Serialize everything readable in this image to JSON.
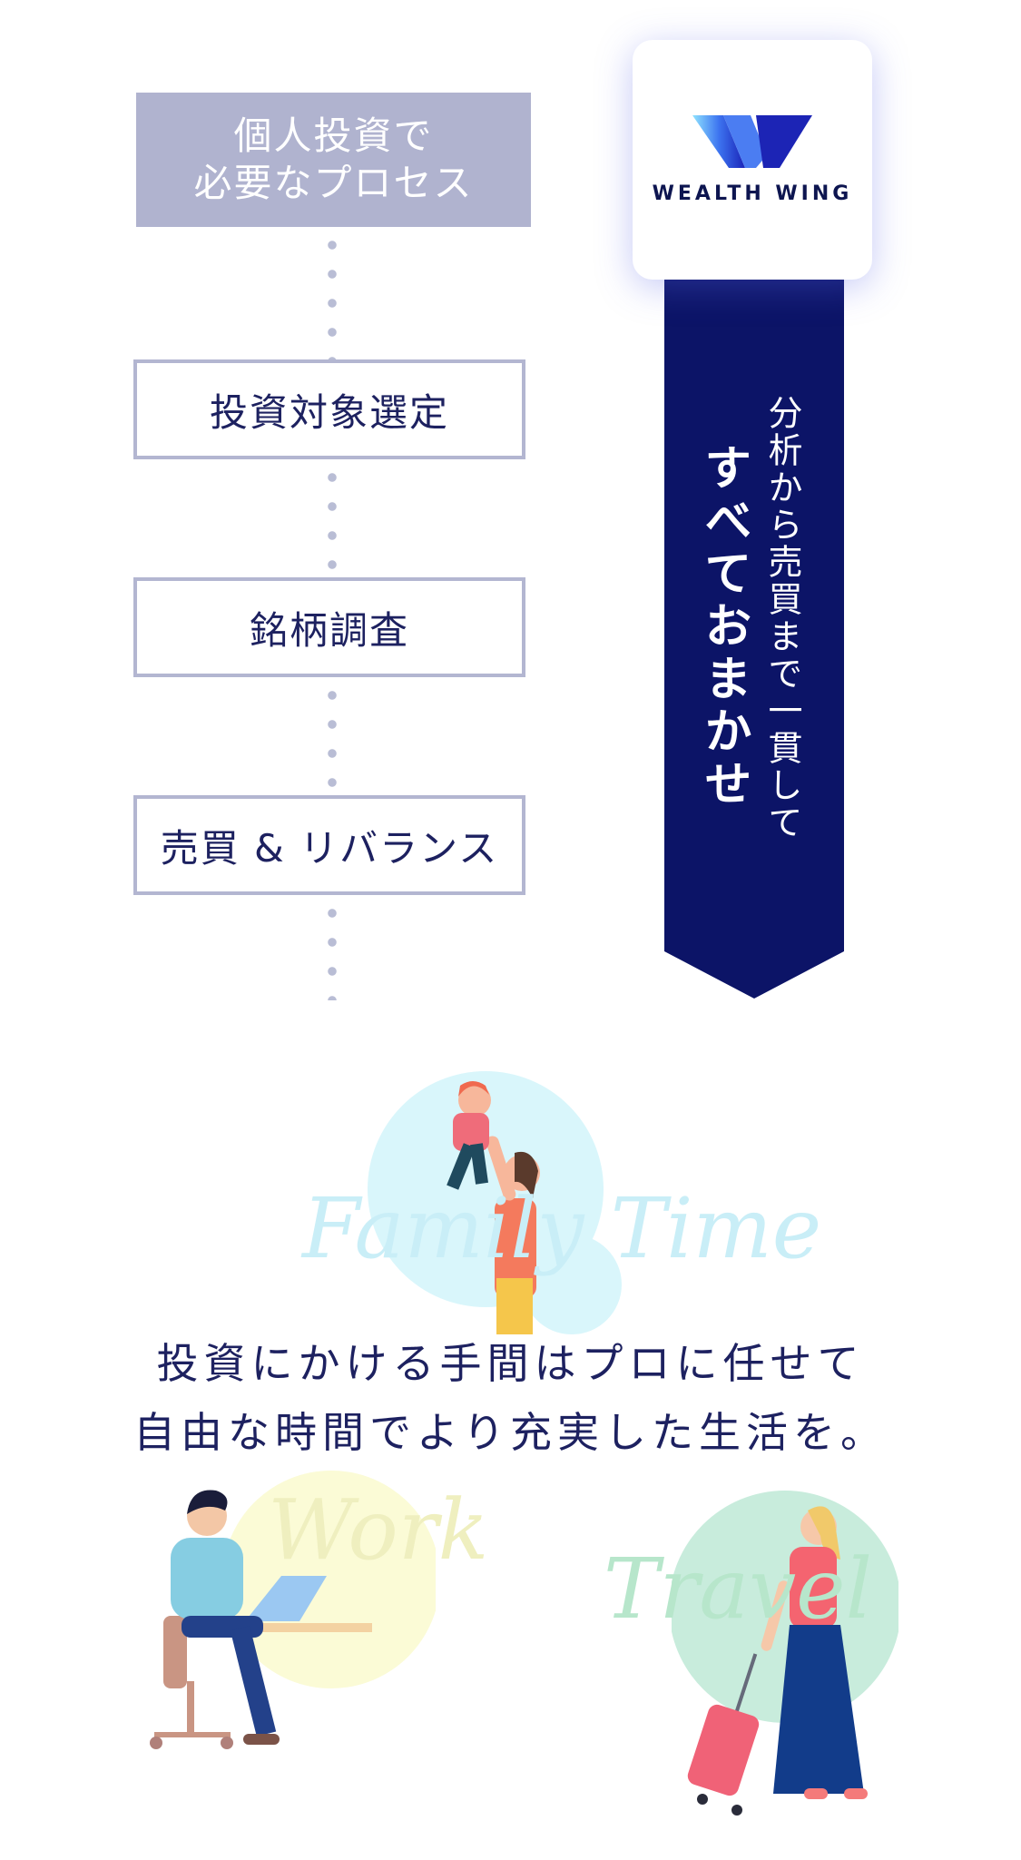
{
  "process": {
    "header_line1": "個人投資で",
    "header_line2": "必要なプロセス",
    "steps": [
      "投資対象選定",
      "銘柄調査",
      "売買 & リバランス"
    ]
  },
  "brand": {
    "name": "WEALTH WING",
    "banner_sub": "分析から売買まで一貫して",
    "banner_main": "すべておまかせ"
  },
  "tagline": {
    "line1": "投資にかける手間はプロに任せて",
    "line2": "自由な時間でより充実した生活を。"
  },
  "illustrations": {
    "family": "Family Time",
    "work": "Work",
    "travel": "Travel"
  },
  "colors": {
    "navy": "#0c1467",
    "header_bg": "#b0b3cf",
    "box_border": "#b3b6d1"
  }
}
